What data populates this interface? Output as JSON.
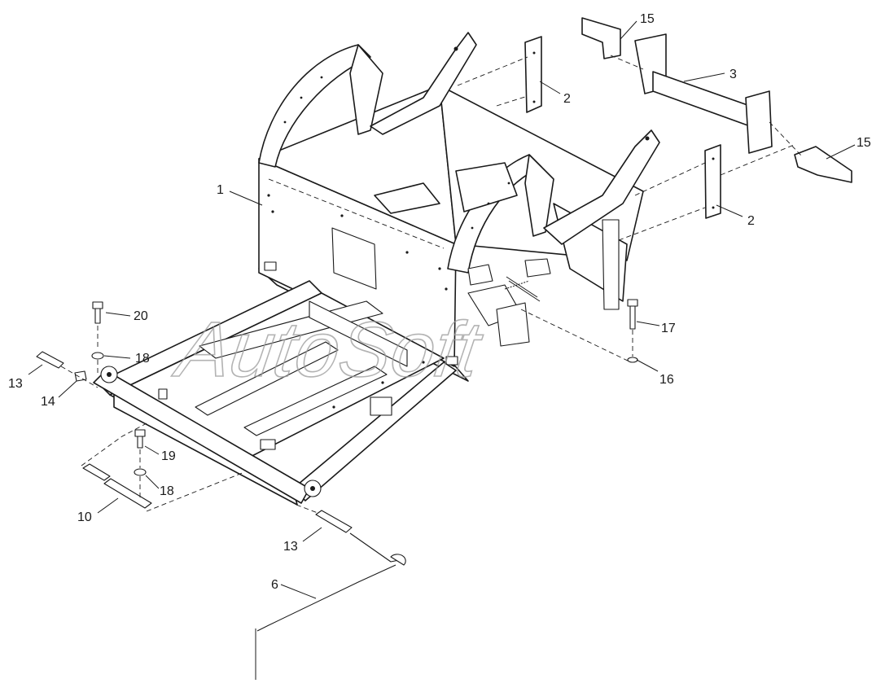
{
  "watermark": "AutoSoft",
  "callouts": [
    {
      "id": "c1",
      "text": "1"
    },
    {
      "id": "c2a",
      "text": "2"
    },
    {
      "id": "c2b",
      "text": "2"
    },
    {
      "id": "c3",
      "text": "3"
    },
    {
      "id": "c6",
      "text": "6"
    },
    {
      "id": "c10",
      "text": "10"
    },
    {
      "id": "c13a",
      "text": "13"
    },
    {
      "id": "c13b",
      "text": "13"
    },
    {
      "id": "c14",
      "text": "14"
    },
    {
      "id": "c15a",
      "text": "15"
    },
    {
      "id": "c15b",
      "text": "15"
    },
    {
      "id": "c16",
      "text": "16"
    },
    {
      "id": "c17",
      "text": "17"
    },
    {
      "id": "c18a",
      "text": "18"
    },
    {
      "id": "c18b",
      "text": "18"
    },
    {
      "id": "c19",
      "text": "19"
    },
    {
      "id": "c20",
      "text": "20"
    }
  ]
}
